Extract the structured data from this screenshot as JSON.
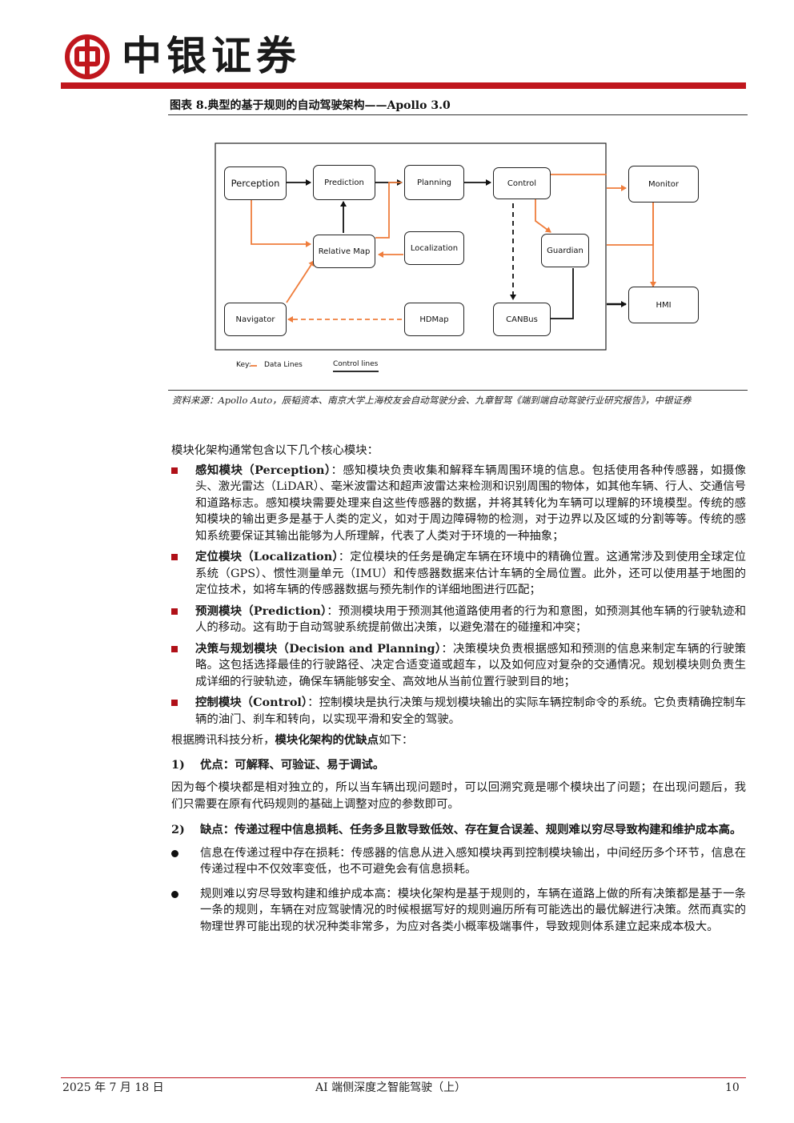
{
  "header": {
    "brand": "中银证券",
    "accent_color": "#c0161d"
  },
  "figure": {
    "title": "图表 8.典型的基于规则的自动驾驶架构——Apollo 3.0",
    "nodes": {
      "perception": "Perception",
      "prediction": "Prediction",
      "planning": "Planning",
      "control": "Control",
      "monitor": "Monitor",
      "relative_map": "Relative Map",
      "localization": "Localization",
      "guardian": "Guardian",
      "hmi": "HMI",
      "navigator": "Navigator",
      "hdmap": "HDMap",
      "canbus": "CANBus"
    },
    "key": {
      "label": "Key:",
      "data_lines": "Data Lines",
      "control_lines": "Control lines"
    },
    "data_line_color": "#ef7d3c",
    "source": "资料来源：Apollo Auto，辰韬资本、南京大学上海校友会自动驾驶分会、九章智驾《端到端自动驾驶行业研究报告》，中银证券"
  },
  "body": {
    "intro": "模块化架构通常包含以下几个核心模块：",
    "modules": [
      {
        "head": "感知模块（Perception）",
        "text": "：感知模块负责收集和解释车辆周围环境的信息。包括使用各种传感器，如摄像头、激光雷达（LiDAR）、毫米波雷达和超声波雷达来检测和识别周围的物体，如其他车辆、行人、交通信号和道路标志。感知模块需要处理来自这些传感器的数据，并将其转化为车辆可以理解的环境模型。传统的感知模块的输出更多是基于人类的定义，如对于周边障碍物的检测，对于边界以及区域的分割等等。传统的感知系统要保证其输出能够为人所理解，代表了人类对于环境的一种抽象；"
      },
      {
        "head": "定位模块（Localization）",
        "text": "：定位模块的任务是确定车辆在环境中的精确位置。这通常涉及到使用全球定位系统（GPS）、惯性测量单元（IMU）和传感器数据来估计车辆的全局位置。此外，还可以使用基于地图的定位技术，如将车辆的传感器数据与预先制作的详细地图进行匹配；"
      },
      {
        "head": "预测模块（Prediction）",
        "text": "：预测模块用于预测其他道路使用者的行为和意图，如预测其他车辆的行驶轨迹和人的移动。这有助于自动驾驶系统提前做出决策，以避免潜在的碰撞和冲突；"
      },
      {
        "head": "决策与规划模块（Decision and Planning）",
        "text": "：决策模块负责根据感知和预测的信息来制定车辆的行驶策略。这包括选择最佳的行驶路径、决定合适变道或超车，以及如何应对复杂的交通情况。规划模块则负责生成详细的行驶轨迹，确保车辆能够安全、高效地从当前位置行驶到目的地；"
      },
      {
        "head": "控制模块（Control）",
        "text": "：控制模块是执行决策与规划模块输出的实际车辆控制命令的系统。它负责精确控制车辆的油门、刹车和转向，以实现平滑和安全的驾驶。"
      }
    ],
    "analysis_pre": "根据腾讯科技分析，",
    "analysis_bold": "模块化架构的优缺点",
    "analysis_post": "如下：",
    "pros_num": "1)",
    "pros_head": "优点：可解释、可验证、易于调试。",
    "pros_text": "因为每个模块都是相对独立的，所以当车辆出现问题时，可以回溯究竟是哪个模块出了问题；在出现问题后，我们只需要在原有代码规则的基础上调整对应的参数即可。",
    "cons_num": "2)",
    "cons_head": "缺点：传递过程中信息损耗、任务多且散导致低效、存在复合误差、规则难以穷尽导致构建和维护成本高。",
    "cons_items": [
      "信息在传递过程中存在损耗：传感器的信息从进入感知模块再到控制模块输出，中间经历多个环节，信息在传递过程中不仅效率变低，也不可避免会有信息损耗。",
      "规则难以穷尽导致构建和维护成本高：模块化架构是基于规则的，车辆在道路上做的所有决策都是基于一条一条的规则，车辆在对应驾驶情况的时候根据写好的规则遍历所有可能选出的最优解进行决策。然而真实的物理世界可能出现的状况种类非常多，为应对各类小概率极端事件，导致规则体系建立起来成本极大。"
    ]
  },
  "footer": {
    "date": "2025 年 7 月 18 日",
    "title": "AI 端侧深度之智能驾驶（上）",
    "page": "10"
  }
}
